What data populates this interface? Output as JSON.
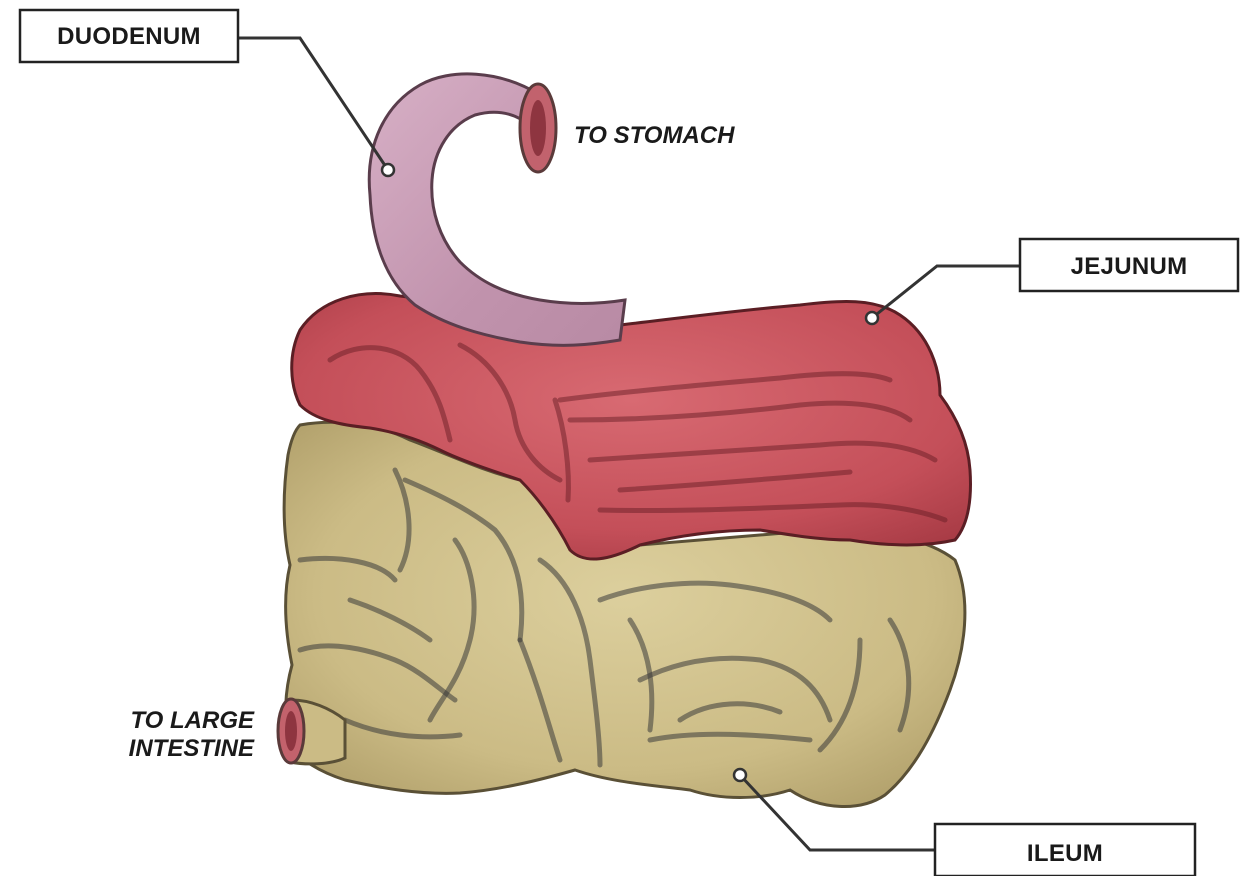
{
  "labels": {
    "duodenum": "DUODENUM",
    "jejunum": "JEJUNUM",
    "ileum": "ILEUM",
    "to_stomach": "TO STOMACH",
    "to_large_intestine_line1": "TO LARGE",
    "to_large_intestine_line2": "INTESTINE"
  },
  "colors": {
    "duodenum": "#c99ab4",
    "jejunum": "#c8545e",
    "ileum": "#cfc08c",
    "background": "#ffffff"
  }
}
